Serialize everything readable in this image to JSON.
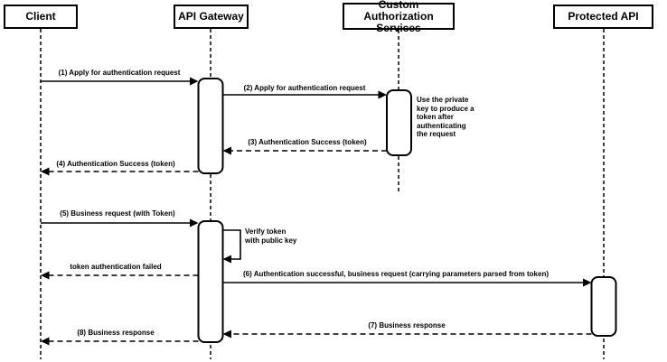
{
  "diagram": {
    "kind": "uml-sequence-diagram",
    "colors": {
      "line": "#000000",
      "fill": "#ffffff",
      "background": "#ffffff"
    },
    "participants": [
      {
        "label": "Client"
      },
      {
        "label": "API Gateway"
      },
      {
        "label": "Custom Authorization Services",
        "label_lines": [
          "Custom Authorization",
          "Services"
        ]
      },
      {
        "label": "Protected API"
      }
    ],
    "messages": [
      {
        "label": "(1) Apply for authentication request",
        "from": "Client",
        "to": "API Gateway",
        "line": "solid"
      },
      {
        "label": "(2) Apply for authentication request",
        "from": "API Gateway",
        "to": "Custom Authorization Services",
        "line": "solid"
      },
      {
        "label": "(3) Authentication Success (token)",
        "from": "Custom Authorization Services",
        "to": "API Gateway",
        "line": "dashed"
      },
      {
        "label": "(4) Authentication Success (token)",
        "from": "API Gateway",
        "to": "Client",
        "line": "dashed"
      },
      {
        "label": "(5) Business request (with Token)",
        "from": "Client",
        "to": "API Gateway",
        "line": "solid"
      },
      {
        "label": "Verify token with public key",
        "label_lines": [
          "Verify token",
          "with public key"
        ],
        "from": "API Gateway",
        "to": "API Gateway",
        "line": "solid",
        "self_message": true
      },
      {
        "label": "token authentication failed",
        "from": "API Gateway",
        "to": "Client",
        "line": "dashed"
      },
      {
        "label": "(6) Authentication successful, business request (carrying parameters parsed from token)",
        "from": "API Gateway",
        "to": "Protected API",
        "line": "solid"
      },
      {
        "label": "(7) Business response",
        "from": "Protected API",
        "to": "API Gateway",
        "line": "dashed"
      },
      {
        "label": "(8) Business response",
        "from": "API Gateway",
        "to": "Client",
        "line": "dashed"
      }
    ],
    "note": {
      "label": "Use the private key to produce a token after authenticating the request",
      "lines": [
        "Use the private",
        "key to produce a",
        "token after",
        "authenticating",
        "the request"
      ],
      "attached_to": "Custom Authorization Services"
    }
  }
}
